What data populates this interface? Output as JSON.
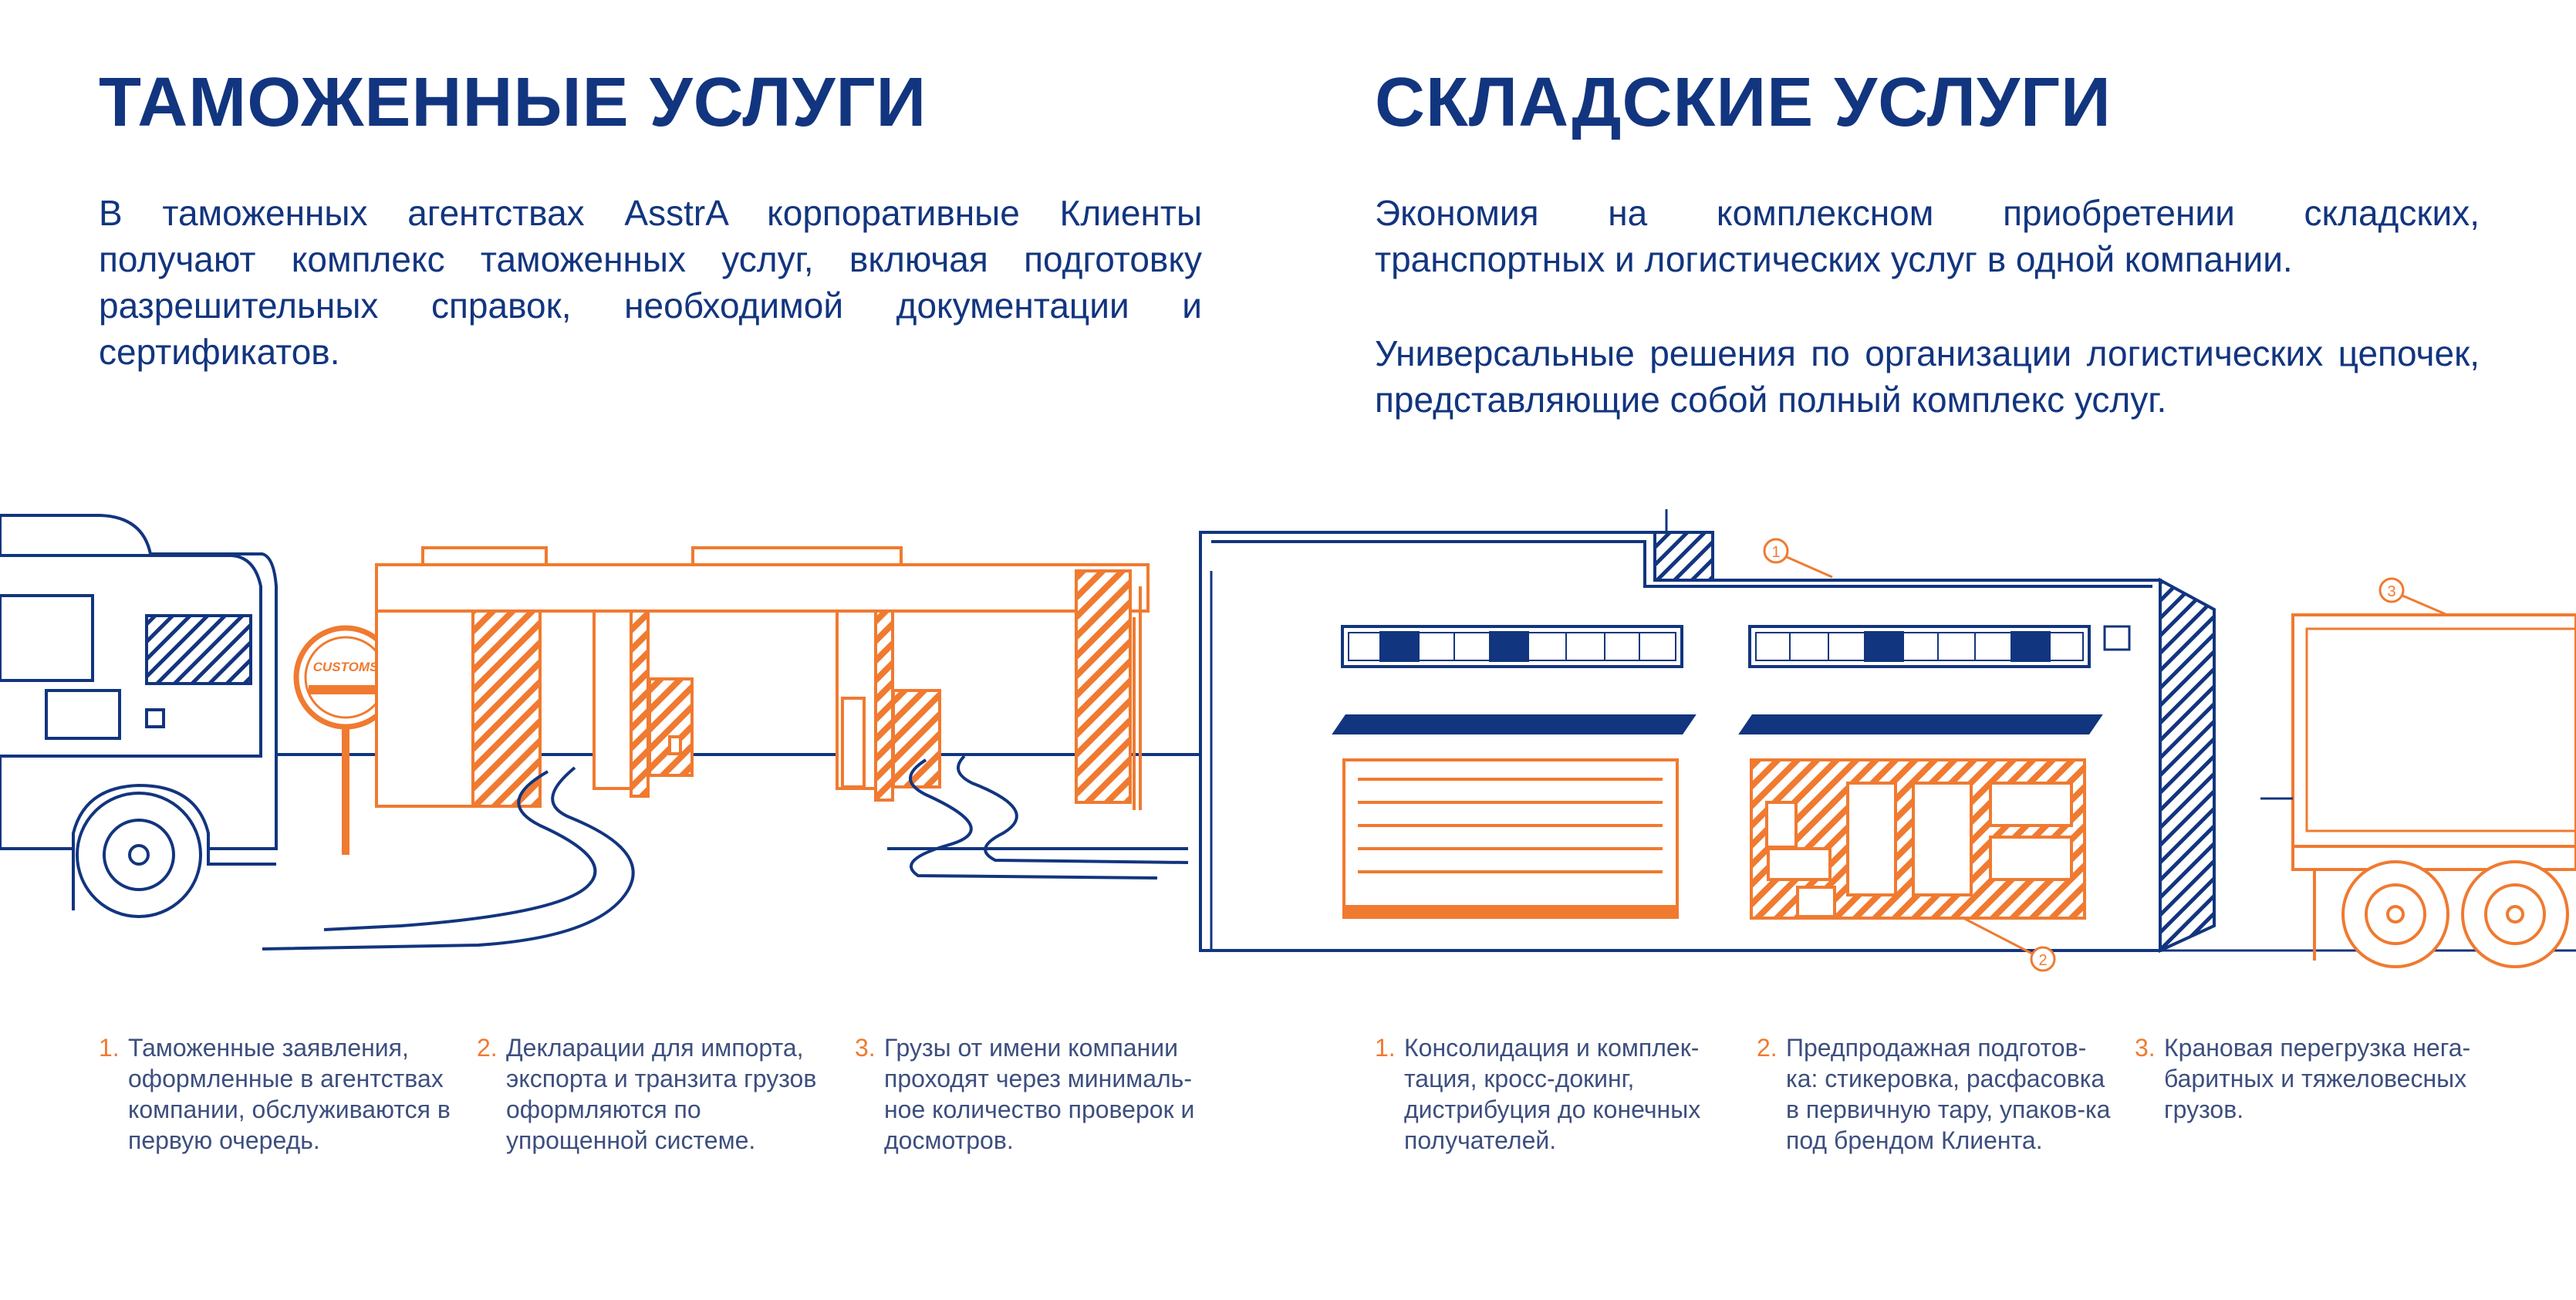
{
  "colors": {
    "navy": "#12357f",
    "orange": "#f07a30",
    "gray_text": "#3d4f7e"
  },
  "customs": {
    "title": "ТАМОЖЕННЫЕ УСЛУГИ",
    "paragraph": "В таможенных агентствах AsstrA корпоративные Клиенты получают комплекс таможенных услуг, включая подготовку разрешительных справок, необходимой документации и сертификатов.",
    "sign_label": "CUSTOMS",
    "notes": [
      {
        "num": "1.",
        "text": "Таможенные заявления, оформленные в агентствах компании, обслуживаются в первую очередь."
      },
      {
        "num": "2.",
        "text": "Декларации для импорта, экспорта и транзита грузов оформляются по упрощенной системе."
      },
      {
        "num": "3.",
        "text": "Грузы от имени компании проходят через минималь-ное количество проверок и досмотров."
      }
    ]
  },
  "warehouse": {
    "title": "СКЛАДСКИЕ УСЛУГИ",
    "paragraph1": "Экономия на комплексном приобретении складских, транспортных и логистических услуг в одной компании.",
    "paragraph2": "Универсальные решения по организации логистических цепочек, представляющие собой полный комплекс услуг.",
    "callouts": [
      "1",
      "2",
      "3"
    ],
    "notes": [
      {
        "num": "1.",
        "text": "Консолидация и комплек-тация, кросс-докинг, дистрибуция до конечных получателей."
      },
      {
        "num": "2.",
        "text": "Предпродажная подготов-ка: стикеровка, расфасовка в первичную тару, упаков-ка под брендом Клиента."
      },
      {
        "num": "3.",
        "text": "Крановая перегрузка нега-баритных и тяжеловесных грузов."
      }
    ]
  }
}
